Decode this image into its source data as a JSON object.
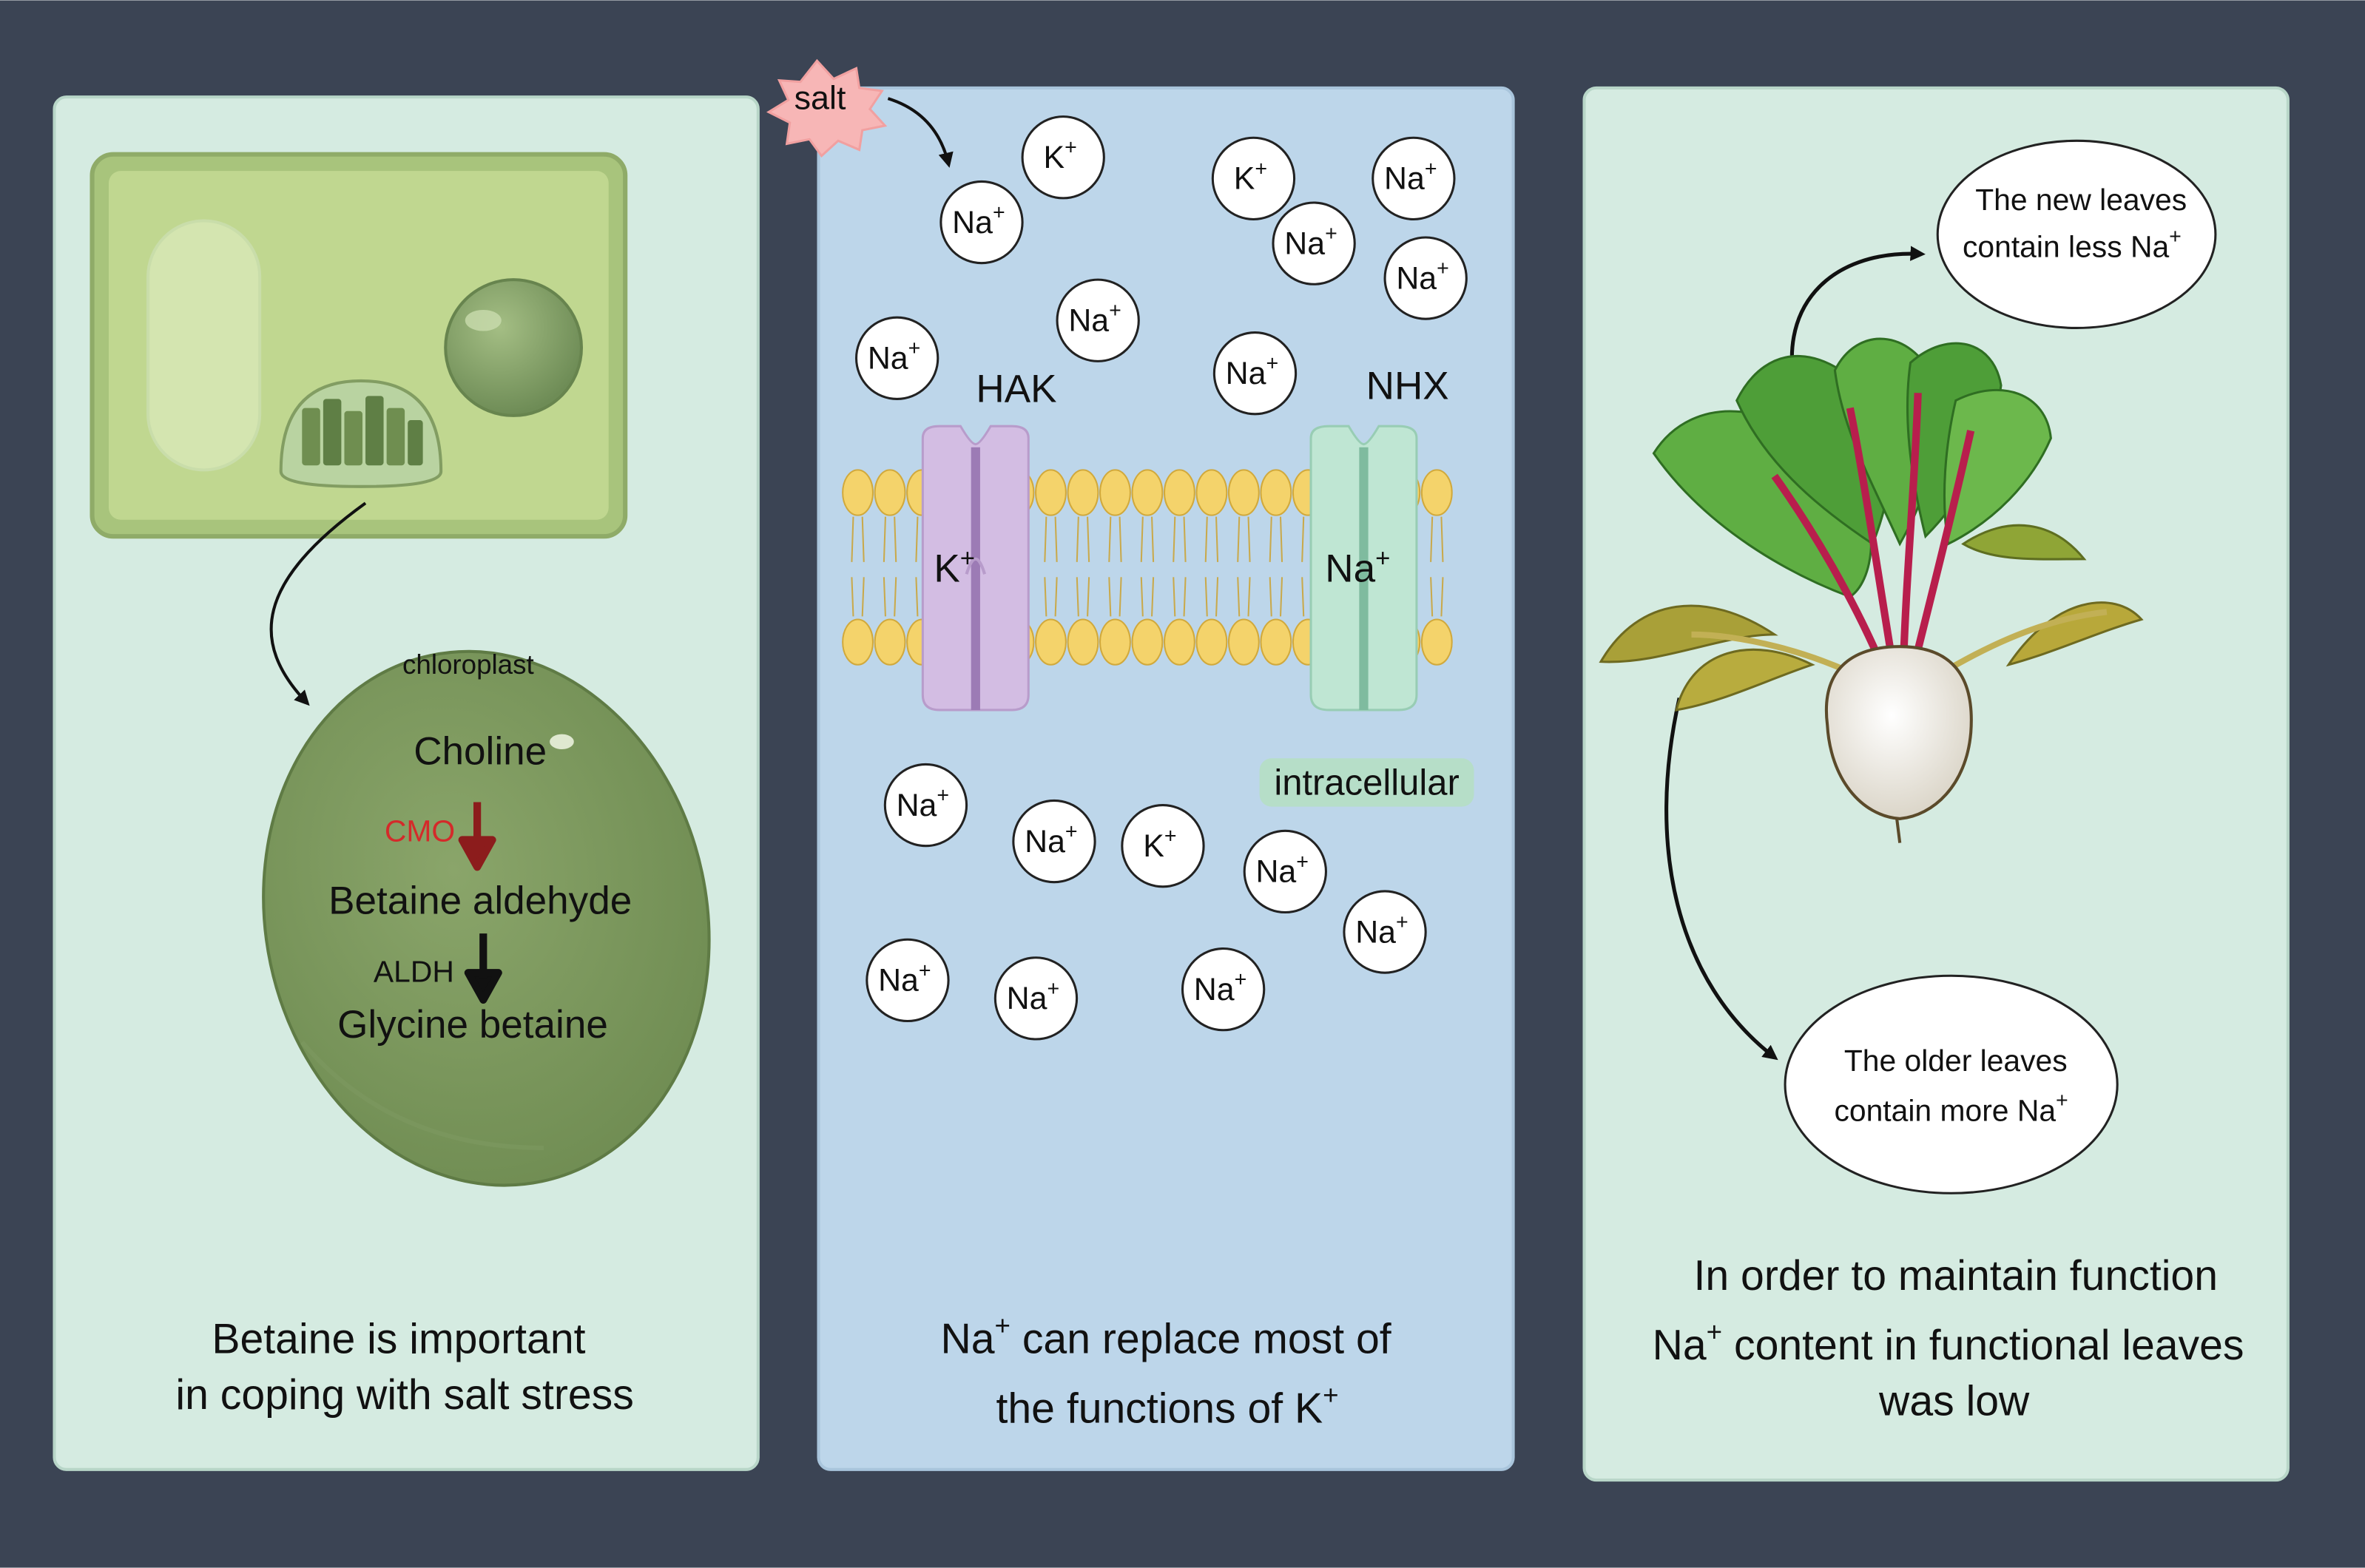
{
  "colors": {
    "background": "#3b4454",
    "panel_green": "#d5ebe1",
    "panel_blue": "#bdd6ea",
    "cell_wall": "#a8c47c",
    "cell_inner": "#c0d790",
    "chloroplast": "#7f9a5e",
    "enzyme_red": "#d42a2a",
    "red_arrow": "#8c1c1c",
    "lipid_head": "#f4d36b",
    "hak_channel": "#d3bde3",
    "nhx_channel": "#bfe6d3",
    "salt_star": "#f7b6b6",
    "beet_stem": "#b81e4d",
    "leaf_green": "#5fae43"
  },
  "left_panel": {
    "organelle_label": "chloroplast",
    "pathway": {
      "substrate": "Choline",
      "enzyme1": "CMO",
      "intermediate": "Betaine aldehyde",
      "enzyme2": "ALDH",
      "product": "Glycine betaine"
    },
    "caption": [
      "Betaine is important",
      "in coping with salt stress"
    ]
  },
  "middle_panel": {
    "salt_label": "salt",
    "na_label": "Na",
    "k_label": "K",
    "plus": "+",
    "hak_label": "HAK",
    "nhx_label": "NHX",
    "intracellular_label": "intracellular",
    "caption_line1_pre": "Na",
    "caption_line1_post": " can replace most of",
    "caption_line2_pre": "the functions of K",
    "ions_top": [
      "K",
      "Na",
      "K",
      "Na",
      "Na",
      "Na",
      "Na",
      "Na",
      "Na"
    ],
    "ions_bottom": [
      "Na",
      "Na",
      "K",
      "Na",
      "Na",
      "Na",
      "Na",
      "Na"
    ]
  },
  "right_panel": {
    "new_leaves_line1": "The new leaves",
    "new_leaves_line2": "contain less Na",
    "old_leaves_line1": "The older leaves",
    "old_leaves_line2": "contain more Na",
    "caption_line1": "In order to maintain function",
    "caption_line2_pre": "Na",
    "caption_line2_post": " content in functional leaves",
    "caption_line3": "was low"
  },
  "icons": [
    "plant-cell-icon",
    "vacuole-icon",
    "nucleus-icon",
    "chloroplast-icon",
    "salt-burst-icon",
    "beetroot-icon"
  ]
}
